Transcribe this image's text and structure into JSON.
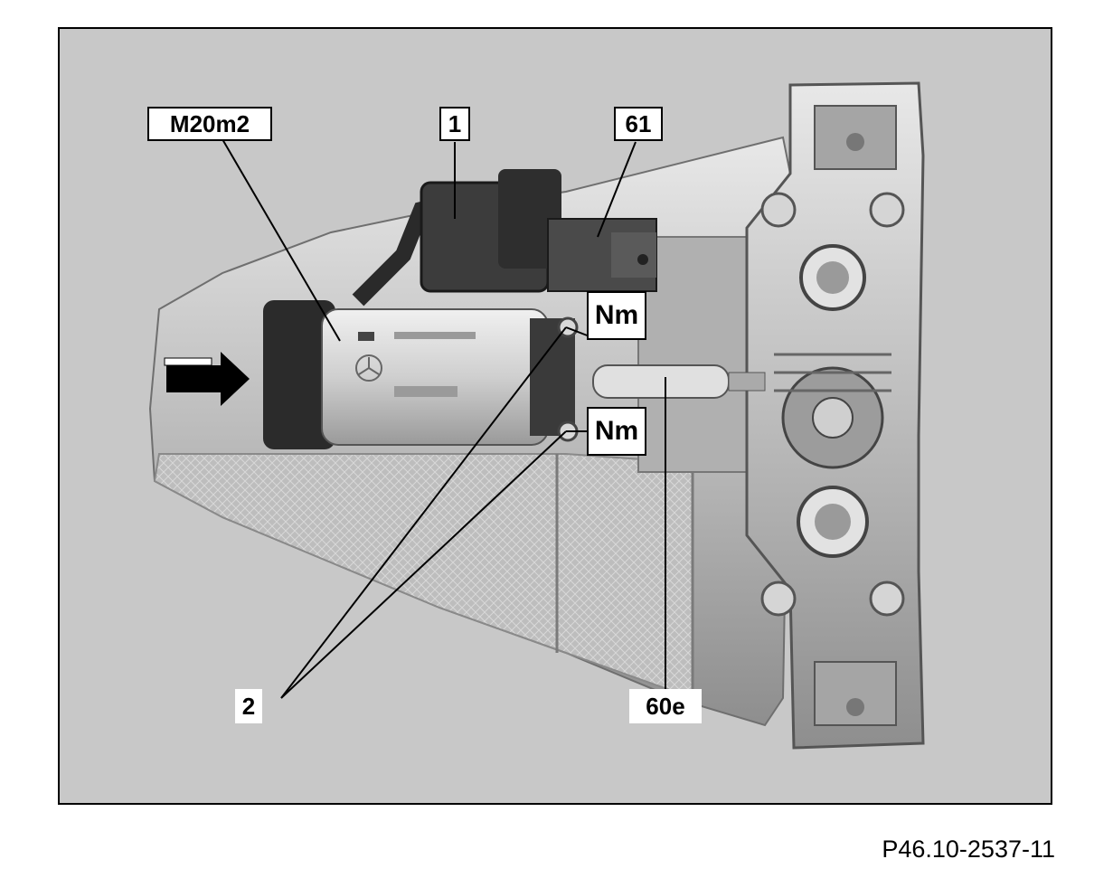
{
  "labels": {
    "m20m2": "M20m2",
    "part1": "1",
    "part61": "61",
    "nm_upper": "Nm",
    "nm_lower": "Nm",
    "part2": "2",
    "part60e": "60e"
  },
  "figure_code": "P46.10-2537-11",
  "colors": {
    "frame_background": "#c9c9c9",
    "label_background": "#ffffff",
    "arrow": "#000000"
  }
}
